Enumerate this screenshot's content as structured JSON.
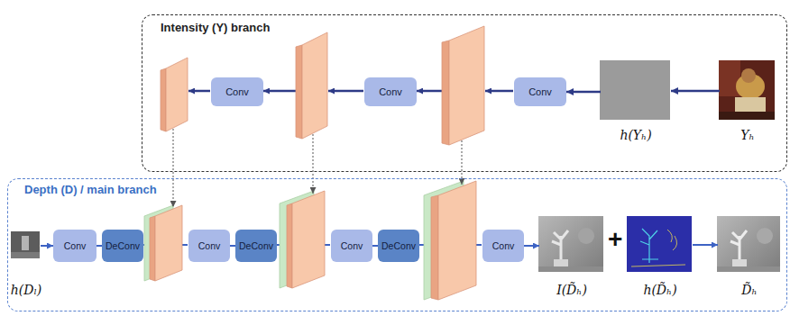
{
  "diagram": {
    "nodes": [
      {
        "text": [
          "Intensity (Y) branch"
        ]
      },
      {
        "text": [
          "Conv"
        ],
        "in": 0
      },
      {
        "text": [
          "Conv"
        ],
        "in": 0
      },
      {
        "text": [
          "Conv"
        ],
        "in": 0
      },
      {
        "text": [
          "h(Yₕ)"
        ],
        "in": 0
      },
      {
        "text": [
          "Yₕ"
        ],
        "in": 0
      },
      {
        "text": [
          "Depth (D) / main branch"
        ]
      },
      {
        "text": [
          "h(Dₗ)"
        ],
        "in": 6
      },
      {
        "text": [
          "Conv"
        ],
        "in": 6
      },
      {
        "text": [
          "DeConv"
        ],
        "in": 6
      },
      {
        "text": [
          "Conv"
        ],
        "in": 6
      },
      {
        "text": [
          "DeConv"
        ],
        "in": 6
      },
      {
        "text": [
          "Conv"
        ],
        "in": 6
      },
      {
        "text": [
          "DeConv"
        ],
        "in": 6
      },
      {
        "text": [
          "Conv"
        ],
        "in": 6
      },
      {
        "text": [
          "I(D̃ₕ)"
        ],
        "in": 6
      },
      {
        "text": [
          "h(D̃ₕ)"
        ],
        "in": 6
      },
      {
        "text": [
          "D̃ₕ"
        ],
        "in": 6
      }
    ],
    "edges": [
      {
        "from": 5,
        "to": 4,
        "arrow": "to"
      },
      {
        "from": 4,
        "to": 3,
        "arrow": "to"
      },
      {
        "from": 7,
        "to": 8,
        "arrow": "to"
      },
      {
        "from": 8,
        "to": 9,
        "arrow": "none"
      },
      {
        "from": 10,
        "to": 11,
        "arrow": "none"
      },
      {
        "from": 12,
        "to": 13,
        "arrow": "none"
      },
      {
        "from": 14,
        "to": 15,
        "arrow": "to"
      },
      {
        "from": 16,
        "to": 17,
        "arrow": "to"
      }
    ],
    "labels": [
      "+"
    ]
  }
}
